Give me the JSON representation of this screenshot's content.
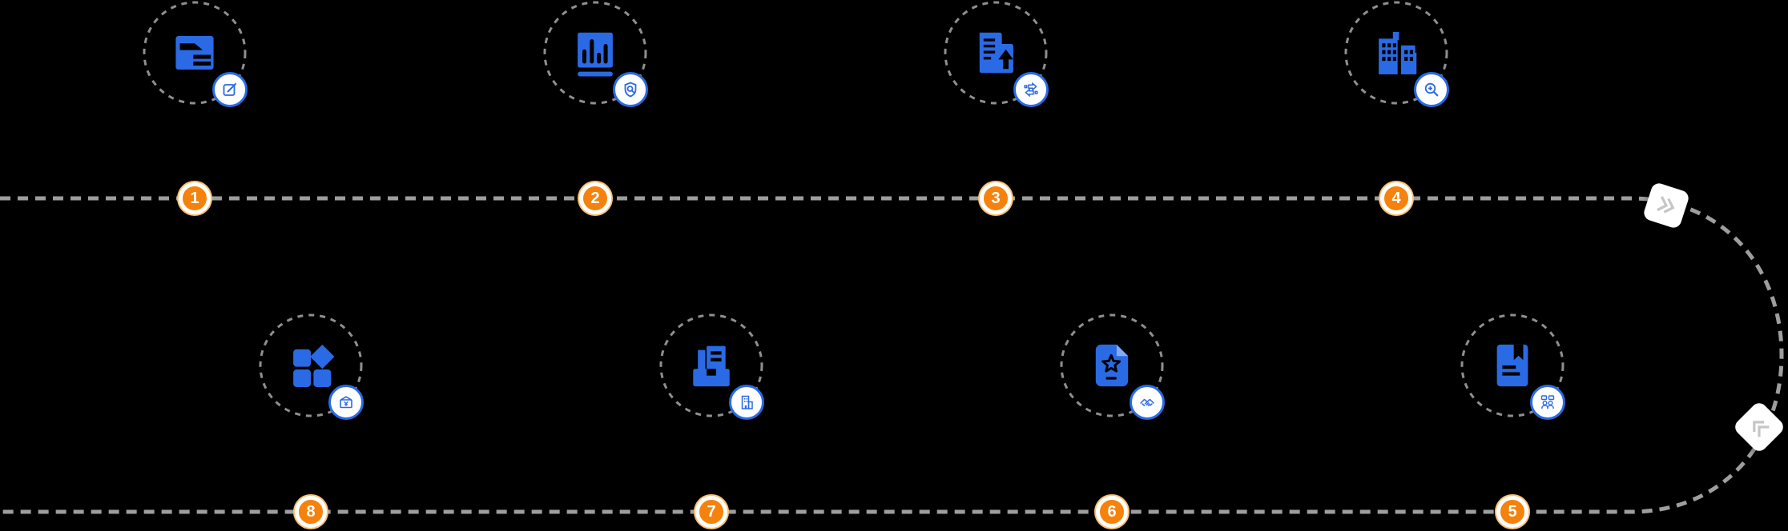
{
  "diagram": {
    "type": "process-flow-timeline",
    "rows": 2,
    "flow_order": [
      "1",
      "2",
      "3",
      "4",
      "5",
      "6",
      "7",
      "8"
    ],
    "connector": {
      "style": "dashed",
      "chevron_icon": "double-chevron-forward",
      "chevron_count": 2
    }
  },
  "colors": {
    "primary_blue": "#2A6AE4",
    "fold_blue": "#85ACF0",
    "accent_orange": "#F5820D",
    "orange_halo": "#FBC170",
    "dash_gray": "#9E9E9E",
    "circle_dash_gray": "#8F8F8F",
    "chevron_gray": "#C6C6C6",
    "background": "#000000",
    "badge_bg": "#FFFFFF"
  },
  "steps": [
    {
      "number": "1",
      "row": "top",
      "main_icon": "project-folder-icon",
      "badge_icon": "edit-icon"
    },
    {
      "number": "2",
      "row": "top",
      "main_icon": "bar-chart-report-icon",
      "badge_icon": "shield-search-icon"
    },
    {
      "number": "3",
      "row": "top",
      "main_icon": "document-upload-icon",
      "badge_icon": "exchange-arrows-icon"
    },
    {
      "number": "4",
      "row": "top",
      "main_icon": "enterprise-buildings-icon",
      "badge_icon": "zoom-in-icon"
    },
    {
      "number": "5",
      "row": "bottom",
      "main_icon": "notebook-bookmark-icon",
      "badge_icon": "people-discussion-icon"
    },
    {
      "number": "6",
      "row": "bottom",
      "main_icon": "certificate-star-icon",
      "badge_icon": "handshake-icon"
    },
    {
      "number": "7",
      "row": "bottom",
      "main_icon": "archive-documents-icon",
      "badge_icon": "building-icon"
    },
    {
      "number": "8",
      "row": "bottom",
      "main_icon": "modules-grid-icon",
      "badge_icon": "money-voucher-icon"
    }
  ]
}
